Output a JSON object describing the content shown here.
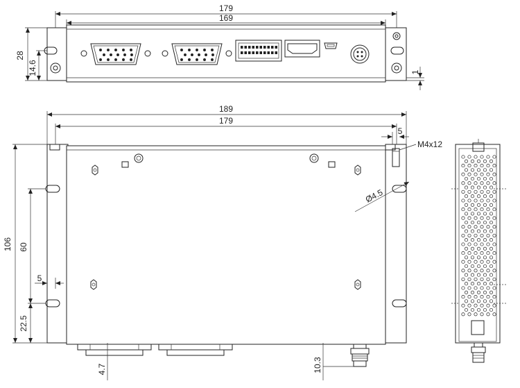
{
  "front_view": {
    "dims": {
      "overall_width": "179",
      "inner_width": "169",
      "height": "28",
      "hole_height": "14.6",
      "offset": "1"
    }
  },
  "top_view": {
    "dims": {
      "overall_width": "189",
      "inner_width": "179",
      "edge_offset": "5",
      "screw": "M4x12",
      "hole_diameter": "Ø4.5",
      "depth": "106",
      "hole_spacing": "60",
      "slot_offset": "5",
      "rear_offset": "22.5",
      "connector_protrusion": "4.7",
      "antenna_protrusion": "10.3"
    }
  },
  "side_view": {
    "pattern": "perforated-vent-grid"
  }
}
